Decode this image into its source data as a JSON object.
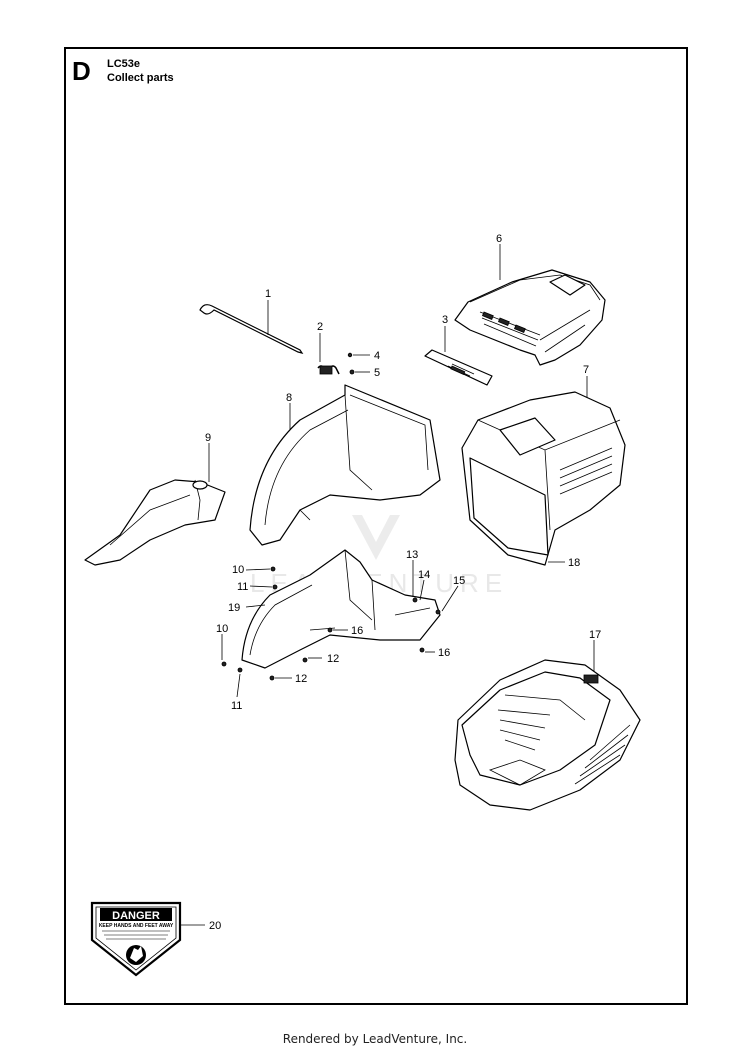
{
  "header": {
    "section_letter": "D",
    "model": "LC53e",
    "title": "Collect parts"
  },
  "watermark": "LEADVENTURE",
  "footer": "Rendered by LeadVenture, Inc.",
  "decal": {
    "heading": "DANGER",
    "line1": "KEEP HANDS AND FEET AWAY"
  },
  "callouts": [
    "1",
    "2",
    "3",
    "4",
    "5",
    "6",
    "7",
    "8",
    "9",
    "10",
    "11",
    "12",
    "13",
    "14",
    "15",
    "16",
    "17",
    "18",
    "19",
    "10",
    "11",
    "12",
    "16",
    "20"
  ],
  "colors": {
    "line": "#000000",
    "background": "#ffffff",
    "watermark": "#e8e8e8"
  }
}
